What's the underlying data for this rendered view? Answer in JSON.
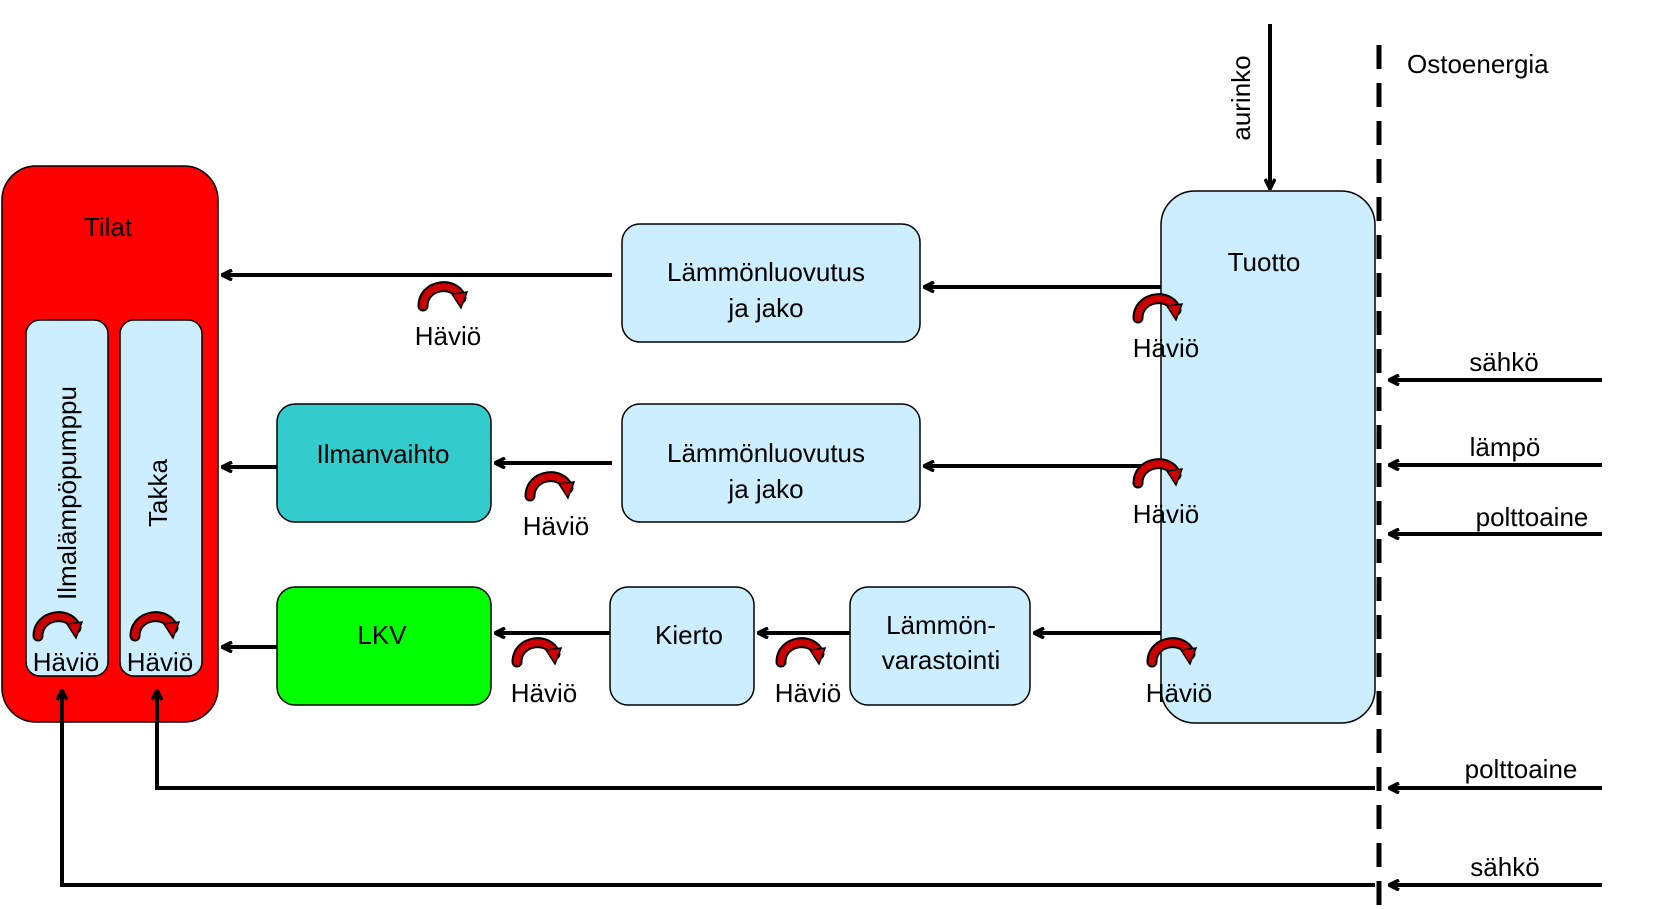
{
  "colors": {
    "tilat": "#ff0000",
    "process_box": "#cdeefe",
    "ilmanvaihto": "#33cccc",
    "lkv": "#00ff00",
    "loss_arrow": "#cc0000",
    "line": "#000000"
  },
  "boundary": {
    "title": "Ostoenergia"
  },
  "sources": {
    "aurinko": "aurinko",
    "sahko_top": "sähkö",
    "lampo": "lämpö",
    "polttoaine_top": "polttoaine",
    "polttoaine_bottom": "polttoaine",
    "sahko_bottom": "sähkö"
  },
  "boxes": {
    "tilat": "Tilat",
    "ilmalampopumppu": "Ilmalämpöpumppu",
    "takka": "Takka",
    "tuotto": "Tuotto",
    "lammonluovutus_1": [
      "Lämmönluovutus",
      "ja jako"
    ],
    "lammonluovutus_2": [
      "Lämmönluovutus",
      "ja jako"
    ],
    "ilmanvaihto": "Ilmanvaihto",
    "lkv": "LKV",
    "kierto": "Kierto",
    "lammonvarastointi": [
      "Lämmön-",
      "varastointi"
    ]
  },
  "loss_label": "Häviö"
}
